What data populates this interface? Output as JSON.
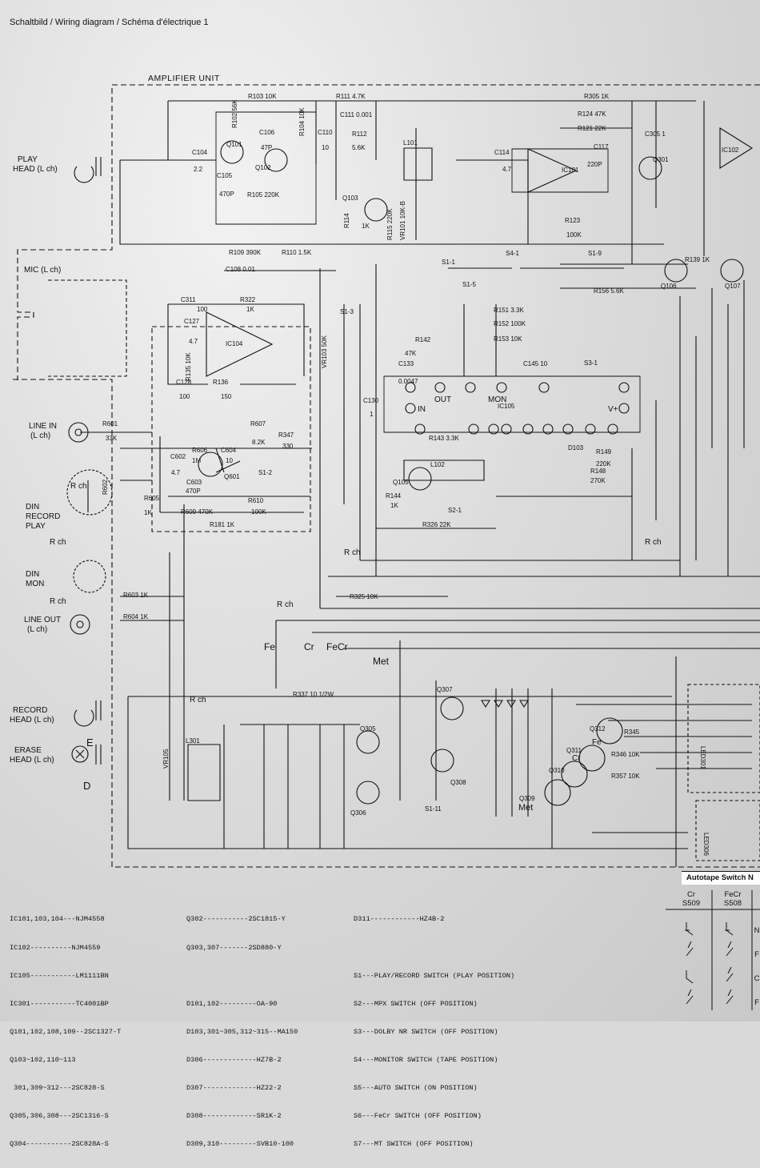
{
  "page_title": "Schaltbild / Wiring diagram / Schéma d'électrique 1",
  "unit_title": "AMPLIFIER UNIT",
  "autotape_title": "Autotape Switch N",
  "blocks": {
    "play_head": [
      "PLAY",
      "HEAD (L ch)"
    ],
    "mic": "MIC (L ch)",
    "line_in": [
      "LINE IN",
      "(L ch)"
    ],
    "din_record_play": [
      "DIN",
      "RECORD",
      "PLAY"
    ],
    "din_mon": [
      "DIN",
      "MON"
    ],
    "line_out": [
      "LINE OUT",
      "(L ch)"
    ],
    "record_head": [
      "RECORD",
      "HEAD (L ch)"
    ],
    "erase_head": [
      "ERASE",
      "HEAD (L ch)"
    ],
    "rch_1": "R ch",
    "rch_2": "R ch",
    "rch_3": "R ch",
    "rch_4": "R ch",
    "rch_5": "R ch",
    "rch_6": "R ch",
    "rch_7": "R ch",
    "e_node": "E",
    "d_node": "D",
    "fe": "Fe",
    "cr": "Cr",
    "fecr": "FeCr",
    "met": "Met",
    "met2": "Met",
    "out": "OUT",
    "mon": "MON",
    "in": "IN",
    "vplus": "V+",
    "cr2": "Cr",
    "fe2": "Fe"
  },
  "components": [
    {
      "id": "R103",
      "label": "R103  10K"
    },
    {
      "id": "R111",
      "label": "R111  4.7K"
    },
    {
      "id": "R305",
      "label": "R305  1K"
    },
    {
      "id": "C111",
      "label": "C111  0.001"
    },
    {
      "id": "R112",
      "label": "R112"
    },
    {
      "id": "R112v",
      "label": "5.6K"
    },
    {
      "id": "R124",
      "label": "R124  47K"
    },
    {
      "id": "R121",
      "label": "R121  22K"
    },
    {
      "id": "C305",
      "label": "C305  1"
    },
    {
      "id": "Q101",
      "label": "Q101"
    },
    {
      "id": "Q102",
      "label": "Q102"
    },
    {
      "id": "Q103",
      "label": "Q103"
    },
    {
      "id": "C106",
      "label": "C106"
    },
    {
      "id": "C106v",
      "label": "47P"
    },
    {
      "id": "C110",
      "label": "C110"
    },
    {
      "id": "C110v",
      "label": "10"
    },
    {
      "id": "C104",
      "label": "C104"
    },
    {
      "id": "C104v",
      "label": "2.2"
    },
    {
      "id": "C105",
      "label": "C105"
    },
    {
      "id": "C105v",
      "label": "470P"
    },
    {
      "id": "R105",
      "label": "R105  220K"
    },
    {
      "id": "R102",
      "label": "R102  56K"
    },
    {
      "id": "R104",
      "label": "R104  10K"
    },
    {
      "id": "L101",
      "label": "L101"
    },
    {
      "id": "IC101",
      "label": "IC101"
    },
    {
      "id": "IC102",
      "label": "IC102"
    },
    {
      "id": "IC104",
      "label": "IC104"
    },
    {
      "id": "IC105",
      "label": "IC105"
    },
    {
      "id": "C117",
      "label": "C117"
    },
    {
      "id": "C117v",
      "label": "220P"
    },
    {
      "id": "C114",
      "label": "C114"
    },
    {
      "id": "C114v",
      "label": "4.7"
    },
    {
      "id": "R123",
      "label": "R123"
    },
    {
      "id": "R123v",
      "label": "100K"
    },
    {
      "id": "R109",
      "label": "R109  390K"
    },
    {
      "id": "R110",
      "label": "R110  1.5K"
    },
    {
      "id": "C108",
      "label": "C108  0.01"
    },
    {
      "id": "VR101",
      "label": "VR101 10K-B"
    },
    {
      "id": "R115",
      "label": "R115  220K"
    },
    {
      "id": "R114",
      "label": "R114"
    },
    {
      "id": "R114v",
      "label": "1K"
    },
    {
      "id": "S1-1",
      "label": "S1-1"
    },
    {
      "id": "S4-1",
      "label": "S4-1"
    },
    {
      "id": "S1-9",
      "label": "S1-9"
    },
    {
      "id": "S1-5",
      "label": "S1-5"
    },
    {
      "id": "S1-3",
      "label": "S1-3"
    },
    {
      "id": "S3-1",
      "label": "S3-1"
    },
    {
      "id": "S2-1",
      "label": "S2-1"
    },
    {
      "id": "S1-2",
      "label": "S1-2"
    },
    {
      "id": "S1-11",
      "label": "S1-11"
    },
    {
      "id": "Q301",
      "label": "Q301"
    },
    {
      "id": "Q106",
      "label": "Q106"
    },
    {
      "id": "Q107",
      "label": "Q107"
    },
    {
      "id": "R139",
      "label": "R139  1K"
    },
    {
      "id": "R156",
      "label": "R156  5.6K"
    },
    {
      "id": "R151",
      "label": "R151  3.3K"
    },
    {
      "id": "R152",
      "label": "R152  100K"
    },
    {
      "id": "R153",
      "label": "R153  10K"
    },
    {
      "id": "R142",
      "label": "R142"
    },
    {
      "id": "R142v",
      "label": "47K"
    },
    {
      "id": "C133",
      "label": "C133"
    },
    {
      "id": "C133v",
      "label": "0.0047"
    },
    {
      "id": "C145",
      "label": "C145  10"
    },
    {
      "id": "C311",
      "label": "C311"
    },
    {
      "id": "C311v",
      "label": "100"
    },
    {
      "id": "R322",
      "label": "R322"
    },
    {
      "id": "R322v",
      "label": "1K"
    },
    {
      "id": "C127",
      "label": "C127"
    },
    {
      "id": "C127v",
      "label": "4.7"
    },
    {
      "id": "C128",
      "label": "C128"
    },
    {
      "id": "C128v",
      "label": "100"
    },
    {
      "id": "R136",
      "label": "R136"
    },
    {
      "id": "R136v",
      "label": "150"
    },
    {
      "id": "R135",
      "label": "R135 10K"
    },
    {
      "id": "VR103",
      "label": "VR103 50K"
    },
    {
      "id": "C130",
      "label": "C130"
    },
    {
      "id": "C130v",
      "label": "1"
    },
    {
      "id": "R143",
      "label": "R143  3.3K"
    },
    {
      "id": "R601",
      "label": "R601"
    },
    {
      "id": "R601v",
      "label": "33K"
    },
    {
      "id": "R607",
      "label": "R607"
    },
    {
      "id": "R607v",
      "label": "8.2K"
    },
    {
      "id": "R347",
      "label": "R347"
    },
    {
      "id": "R347v",
      "label": "330"
    },
    {
      "id": "R606",
      "label": "R606"
    },
    {
      "id": "R606v",
      "label": "1M"
    },
    {
      "id": "C604",
      "label": "C604"
    },
    {
      "id": "C604v",
      "label": "10"
    },
    {
      "id": "C602",
      "label": "C602"
    },
    {
      "id": "C602v",
      "label": "4.7"
    },
    {
      "id": "Q601",
      "label": "Q601"
    },
    {
      "id": "C603",
      "label": "C603"
    },
    {
      "id": "C603v",
      "label": "470P"
    },
    {
      "id": "R609",
      "label": "R609 470K"
    },
    {
      "id": "R605",
      "label": "R605"
    },
    {
      "id": "R605v",
      "label": "1K"
    },
    {
      "id": "R610",
      "label": "R610"
    },
    {
      "id": "R610v",
      "label": "100K"
    },
    {
      "id": "R602",
      "label": "R602"
    },
    {
      "id": "R181",
      "label": "R181  1K"
    },
    {
      "id": "R603",
      "label": "R603  1K"
    },
    {
      "id": "R604",
      "label": "R604  1K"
    },
    {
      "id": "R325",
      "label": "R325  10K"
    },
    {
      "id": "L102",
      "label": "L102"
    },
    {
      "id": "Q105",
      "label": "Q105"
    },
    {
      "id": "R144",
      "label": "R144"
    },
    {
      "id": "R144v",
      "label": "1K"
    },
    {
      "id": "R326",
      "label": "R326 22K"
    },
    {
      "id": "D103",
      "label": "D103"
    },
    {
      "id": "R149",
      "label": "R149"
    },
    {
      "id": "R149v",
      "label": "220K"
    },
    {
      "id": "R148",
      "label": "R148"
    },
    {
      "id": "R148v",
      "label": "270K"
    },
    {
      "id": "R337",
      "label": "R337   10  1/2W"
    },
    {
      "id": "Q305",
      "label": "Q305"
    },
    {
      "id": "Q306",
      "label": "Q306"
    },
    {
      "id": "Q307",
      "label": "Q307"
    },
    {
      "id": "Q308",
      "label": "Q308"
    },
    {
      "id": "Q309",
      "label": "Q309"
    },
    {
      "id": "Q310",
      "label": "Q310"
    },
    {
      "id": "Q311",
      "label": "Q311"
    },
    {
      "id": "Q312",
      "label": "Q312"
    },
    {
      "id": "L301",
      "label": "L301"
    },
    {
      "id": "VR105",
      "label": "VR105"
    },
    {
      "id": "R345",
      "label": "R345"
    },
    {
      "id": "R346",
      "label": "R346  10K"
    },
    {
      "id": "R357",
      "label": "R357  10K"
    },
    {
      "id": "LED301",
      "label": "LED301"
    },
    {
      "id": "LED306",
      "label": "LED306"
    }
  ],
  "legend": {
    "col1": [
      "IC101,103,104---NJM4558",
      "IC102----------NJM4559",
      "IC105-----------LM1111BN",
      "IC301-----------TC4001BP",
      "Q101,102,108,109--2SC1327-T",
      "Q103~102,110~113",
      " 301,309~312---2SC828-S",
      "Q305,306,308---2SC1316-S",
      "Q304-----------2SC828A-S"
    ],
    "col2": [
      "Q302-----------2SC1815-Y",
      "Q303,307-------2SD880-Y",
      "",
      "D101,102---------OA-90",
      "D103,301~305,312~315--MA150",
      "D306-------------HZ7B-2",
      "D307-------------HZ22-2",
      "D308-------------SR1K-2",
      "D309,310---------SVB10-100"
    ],
    "col3": [
      "D311------------HZ4B-2",
      "",
      "S1---PLAY/RECORD SWITCH (PLAY POSITION)",
      "S2---MPX SWITCH (OFF POSITION)",
      "S3---DOLBY NR SWITCH (OFF POSITION)",
      "S4---MONITOR SWITCH (TAPE POSITION)",
      "S5---AUTO SWITCH (ON POSITION)",
      "S6---FeCr SWITCH (OFF POSITION)",
      "S7---MT SWITCH (OFF POSITION)"
    ]
  },
  "switch_table": {
    "headers": [
      [
        "Cr",
        "S509"
      ],
      [
        "FeCr",
        "S508"
      ]
    ],
    "row_labels": [
      "N",
      "F",
      "C",
      "F"
    ]
  }
}
